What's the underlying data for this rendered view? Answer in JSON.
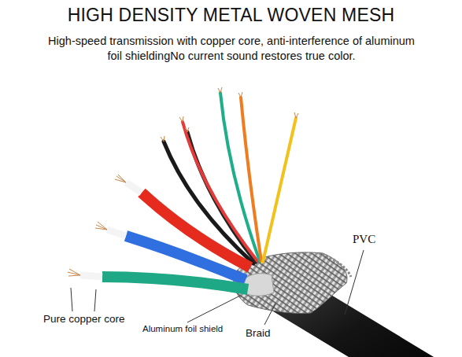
{
  "diagram": {
    "title": "HIGH DENSITY METAL WOVEN MESH",
    "labels": [
      "High-speed transmission with copper core, anti-interference of aluminum foil shieldingNo current sound restores true color.",
      "PVC",
      "Pure copper core",
      "Aluminum foil shield",
      "Braid"
    ]
  }
}
